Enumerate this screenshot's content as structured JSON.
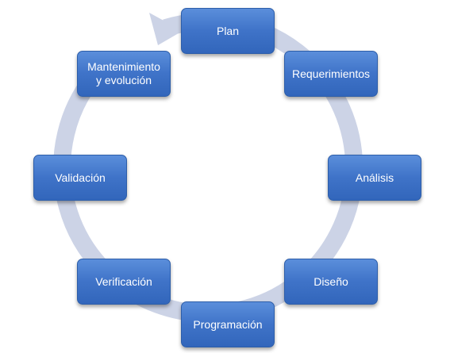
{
  "diagram": {
    "type": "cycle",
    "colors": {
      "node_fill": "#4a7fd0",
      "node_border": "#2d5ea9",
      "node_text": "#ffffff",
      "ring": "#ccd3e6"
    },
    "steps": [
      {
        "label": "Plan"
      },
      {
        "label": "Requerimientos"
      },
      {
        "label": "Análisis"
      },
      {
        "label": "Diseño"
      },
      {
        "label": "Programación"
      },
      {
        "label": "Verificación"
      },
      {
        "label": "Validación"
      },
      {
        "label": "Mantenimiento\ny evolución"
      }
    ]
  }
}
